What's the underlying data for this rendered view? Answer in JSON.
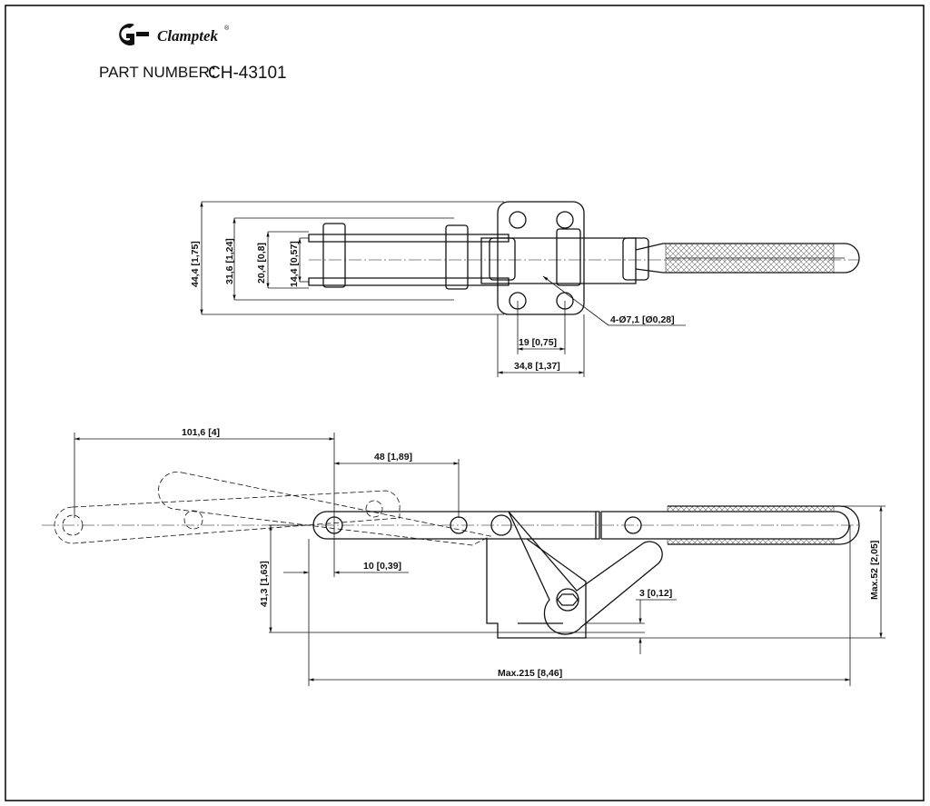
{
  "brand": {
    "name": "Clamptek",
    "registered_mark": "®"
  },
  "part": {
    "label": "PART NUMBER：",
    "number": "CH-43101"
  },
  "dimensions": {
    "top_view": {
      "overall_height": "44,4 [1,75]",
      "bar_width": "31,6 [1,24]",
      "inner_width": "20,4 [0,8]",
      "link_width": "14,4 [0,57]",
      "holes": "4-Ø7,1 [Ø0,28]",
      "hole_spacing": "19 [0,75]",
      "base_width": "34,8 [1,37]"
    },
    "side_view": {
      "opening_travel": "101,6 [4]",
      "pivot_spacing": "48 [1,89]",
      "offset": "10 [0,39]",
      "height": "41,3 [1,63]",
      "base_thickness": "3 [0,12]",
      "max_height": "Max.52 [2,05]",
      "max_length": "Max.215 [8,46]"
    }
  },
  "colors": {
    "line": "#111111",
    "background": "#ffffff",
    "border": "#000000"
  }
}
